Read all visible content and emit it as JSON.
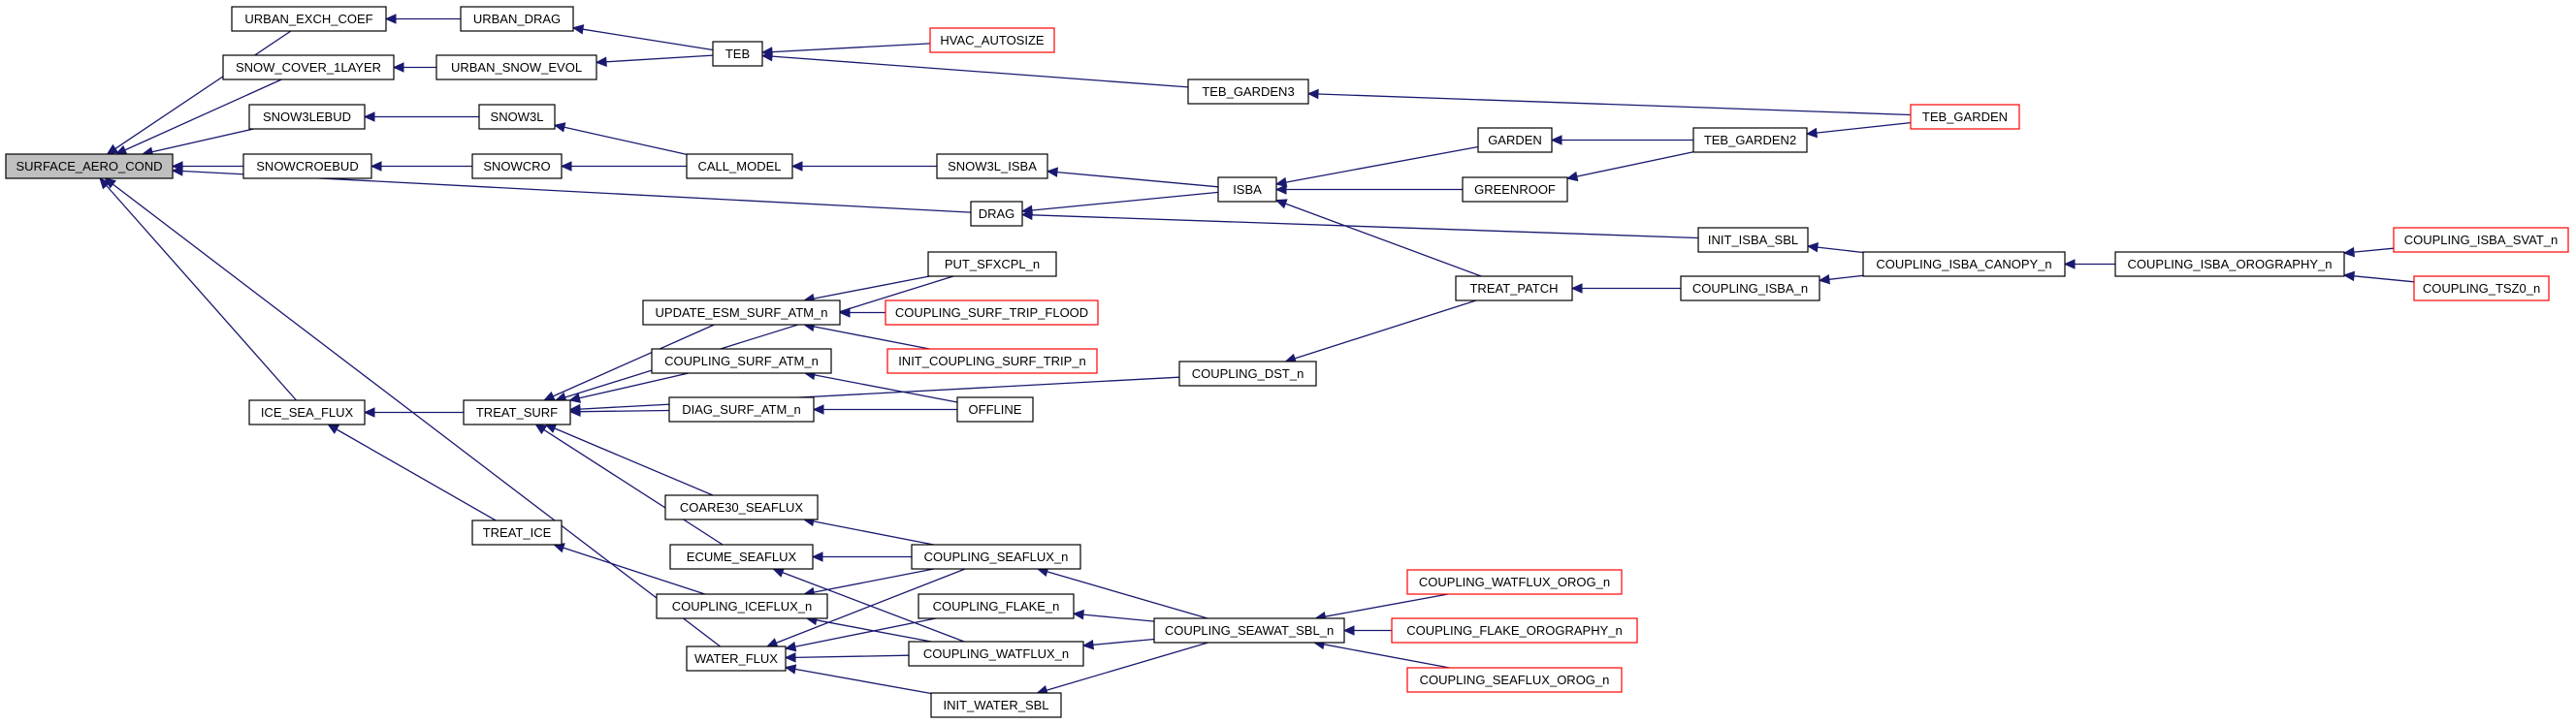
{
  "diagram": {
    "type": "caller-graph",
    "root": "SURFACE_AERO_COND",
    "colors": {
      "edge": "#191970",
      "root_fill": "#bfbfbf",
      "node_border": "#000000",
      "truncated_border": "#ff0000"
    },
    "nodes": [
      {
        "id": "SURFACE_AERO_COND",
        "label": "SURFACE_AERO_COND",
        "root": true
      },
      {
        "id": "URBAN_EXCH_COEF",
        "label": "URBAN_EXCH_COEF"
      },
      {
        "id": "SNOW_COVER_1LAYER",
        "label": "SNOW_COVER_1LAYER"
      },
      {
        "id": "SNOW3LEBUD",
        "label": "SNOW3LEBUD"
      },
      {
        "id": "SNOWCROEBUD",
        "label": "SNOWCROEBUD"
      },
      {
        "id": "ICE_SEA_FLUX",
        "label": "ICE_SEA_FLUX"
      },
      {
        "id": "WATER_FLUX",
        "label": "WATER_FLUX"
      },
      {
        "id": "URBAN_DRAG",
        "label": "URBAN_DRAG"
      },
      {
        "id": "URBAN_SNOW_EVOL",
        "label": "URBAN_SNOW_EVOL"
      },
      {
        "id": "SNOW3L",
        "label": "SNOW3L"
      },
      {
        "id": "SNOWCRO",
        "label": "SNOWCRO"
      },
      {
        "id": "TEB",
        "label": "TEB"
      },
      {
        "id": "HVAC_AUTOSIZE",
        "label": "HVAC_AUTOSIZE",
        "truncated": true
      },
      {
        "id": "TEB_GARDEN3",
        "label": "TEB_GARDEN3"
      },
      {
        "id": "TEB_GARDEN",
        "label": "TEB_GARDEN",
        "truncated": true
      },
      {
        "id": "CALL_MODEL",
        "label": "CALL_MODEL"
      },
      {
        "id": "SNOW3L_ISBA",
        "label": "SNOW3L_ISBA"
      },
      {
        "id": "ISBA",
        "label": "ISBA"
      },
      {
        "id": "GARDEN",
        "label": "GARDEN"
      },
      {
        "id": "GREENROOF",
        "label": "GREENROOF"
      },
      {
        "id": "TEB_GARDEN2",
        "label": "TEB_GARDEN2"
      },
      {
        "id": "DRAG",
        "label": "DRAG"
      },
      {
        "id": "INIT_ISBA_SBL",
        "label": "INIT_ISBA_SBL"
      },
      {
        "id": "COUPLING_ISBA_CANOPY_n",
        "label": "COUPLING_ISBA_CANOPY_n"
      },
      {
        "id": "COUPLING_ISBA_OROGRAPHY_n",
        "label": "COUPLING_ISBA_OROGRAPHY_n"
      },
      {
        "id": "COUPLING_ISBA_SVAT_n",
        "label": "COUPLING_ISBA_SVAT_n",
        "truncated": true
      },
      {
        "id": "COUPLING_TSZ0_n",
        "label": "COUPLING_TSZ0_n",
        "truncated": true
      },
      {
        "id": "TREAT_PATCH",
        "label": "TREAT_PATCH"
      },
      {
        "id": "COUPLING_ISBA_n",
        "label": "COUPLING_ISBA_n"
      },
      {
        "id": "COUPLING_DST_n",
        "label": "COUPLING_DST_n"
      },
      {
        "id": "TREAT_SURF",
        "label": "TREAT_SURF"
      },
      {
        "id": "PUT_SFXCPL_n",
        "label": "PUT_SFXCPL_n"
      },
      {
        "id": "UPDATE_ESM_SURF_ATM_n",
        "label": "UPDATE_ESM_SURF_ATM_n"
      },
      {
        "id": "COUPLING_SURF_TRIP_FLOOD",
        "label": "COUPLING_SURF_TRIP_FLOOD",
        "truncated": true
      },
      {
        "id": "INIT_COUPLING_SURF_TRIP_n",
        "label": "INIT_COUPLING_SURF_TRIP_n",
        "truncated": true
      },
      {
        "id": "COUPLING_SURF_ATM_n",
        "label": "COUPLING_SURF_ATM_n"
      },
      {
        "id": "DIAG_SURF_ATM_n",
        "label": "DIAG_SURF_ATM_n"
      },
      {
        "id": "OFFLINE",
        "label": "OFFLINE"
      },
      {
        "id": "TREAT_ICE",
        "label": "TREAT_ICE"
      },
      {
        "id": "COARE30_SEAFLUX",
        "label": "COARE30_SEAFLUX"
      },
      {
        "id": "ECUME_SEAFLUX",
        "label": "ECUME_SEAFLUX"
      },
      {
        "id": "COUPLING_ICEFLUX_n",
        "label": "COUPLING_ICEFLUX_n"
      },
      {
        "id": "COUPLING_SEAFLUX_n",
        "label": "COUPLING_SEAFLUX_n"
      },
      {
        "id": "COUPLING_FLAKE_n",
        "label": "COUPLING_FLAKE_n"
      },
      {
        "id": "COUPLING_WATFLUX_n",
        "label": "COUPLING_WATFLUX_n"
      },
      {
        "id": "INIT_WATER_SBL",
        "label": "INIT_WATER_SBL"
      },
      {
        "id": "COUPLING_SEAWAT_SBL_n",
        "label": "COUPLING_SEAWAT_SBL_n"
      },
      {
        "id": "COUPLING_WATFLUX_OROG_n",
        "label": "COUPLING_WATFLUX_OROG_n",
        "truncated": true
      },
      {
        "id": "COUPLING_FLAKE_OROGRAPHY_n",
        "label": "COUPLING_FLAKE_OROGRAPHY_n",
        "truncated": true
      },
      {
        "id": "COUPLING_SEAFLUX_OROG_n",
        "label": "COUPLING_SEAFLUX_OROG_n",
        "truncated": true
      }
    ],
    "edges": [
      {
        "from": "URBAN_EXCH_COEF",
        "to": "SURFACE_AERO_COND"
      },
      {
        "from": "SNOW_COVER_1LAYER",
        "to": "SURFACE_AERO_COND"
      },
      {
        "from": "SNOW3LEBUD",
        "to": "SURFACE_AERO_COND"
      },
      {
        "from": "SNOWCROEBUD",
        "to": "SURFACE_AERO_COND"
      },
      {
        "from": "DRAG",
        "to": "SURFACE_AERO_COND"
      },
      {
        "from": "ICE_SEA_FLUX",
        "to": "SURFACE_AERO_COND"
      },
      {
        "from": "WATER_FLUX",
        "to": "SURFACE_AERO_COND"
      },
      {
        "from": "URBAN_DRAG",
        "to": "URBAN_EXCH_COEF"
      },
      {
        "from": "URBAN_SNOW_EVOL",
        "to": "SNOW_COVER_1LAYER"
      },
      {
        "from": "SNOW3L",
        "to": "SNOW3LEBUD"
      },
      {
        "from": "SNOWCRO",
        "to": "SNOWCROEBUD"
      },
      {
        "from": "TREAT_SURF",
        "to": "ICE_SEA_FLUX"
      },
      {
        "from": "TREAT_ICE",
        "to": "ICE_SEA_FLUX"
      },
      {
        "from": "TEB",
        "to": "URBAN_DRAG"
      },
      {
        "from": "TEB",
        "to": "URBAN_SNOW_EVOL"
      },
      {
        "from": "HVAC_AUTOSIZE",
        "to": "TEB"
      },
      {
        "from": "TEB_GARDEN3",
        "to": "TEB"
      },
      {
        "from": "TEB_GARDEN",
        "to": "TEB_GARDEN3"
      },
      {
        "from": "CALL_MODEL",
        "to": "SNOW3L"
      },
      {
        "from": "CALL_MODEL",
        "to": "SNOWCRO"
      },
      {
        "from": "SNOW3L_ISBA",
        "to": "CALL_MODEL"
      },
      {
        "from": "ISBA",
        "to": "SNOW3L_ISBA"
      },
      {
        "from": "GARDEN",
        "to": "ISBA"
      },
      {
        "from": "GREENROOF",
        "to": "ISBA"
      },
      {
        "from": "TREAT_PATCH",
        "to": "ISBA"
      },
      {
        "from": "TEB_GARDEN2",
        "to": "GARDEN"
      },
      {
        "from": "TEB_GARDEN2",
        "to": "GREENROOF"
      },
      {
        "from": "TEB_GARDEN",
        "to": "TEB_GARDEN2"
      },
      {
        "from": "ISBA",
        "to": "DRAG"
      },
      {
        "from": "INIT_ISBA_SBL",
        "to": "DRAG"
      },
      {
        "from": "COUPLING_ISBA_CANOPY_n",
        "to": "INIT_ISBA_SBL"
      },
      {
        "from": "COUPLING_ISBA_CANOPY_n",
        "to": "COUPLING_ISBA_n"
      },
      {
        "from": "COUPLING_ISBA_OROGRAPHY_n",
        "to": "COUPLING_ISBA_CANOPY_n"
      },
      {
        "from": "COUPLING_ISBA_SVAT_n",
        "to": "COUPLING_ISBA_OROGRAPHY_n"
      },
      {
        "from": "COUPLING_TSZ0_n",
        "to": "COUPLING_ISBA_OROGRAPHY_n"
      },
      {
        "from": "COUPLING_ISBA_n",
        "to": "TREAT_PATCH"
      },
      {
        "from": "TREAT_PATCH",
        "to": "COUPLING_DST_n"
      },
      {
        "from": "PUT_SFXCPL_n",
        "to": "TREAT_SURF"
      },
      {
        "from": "UPDATE_ESM_SURF_ATM_n",
        "to": "TREAT_SURF"
      },
      {
        "from": "COUPLING_SURF_ATM_n",
        "to": "TREAT_SURF"
      },
      {
        "from": "DIAG_SURF_ATM_n",
        "to": "TREAT_SURF"
      },
      {
        "from": "COUPLING_DST_n",
        "to": "TREAT_SURF"
      },
      {
        "from": "COARE30_SEAFLUX",
        "to": "TREAT_SURF"
      },
      {
        "from": "ECUME_SEAFLUX",
        "to": "TREAT_SURF"
      },
      {
        "from": "COUPLING_SURF_TRIP_FLOOD",
        "to": "UPDATE_ESM_SURF_ATM_n"
      },
      {
        "from": "INIT_COUPLING_SURF_TRIP_n",
        "to": "UPDATE_ESM_SURF_ATM_n"
      },
      {
        "from": "PUT_SFXCPL_n",
        "to": "UPDATE_ESM_SURF_ATM_n"
      },
      {
        "from": "OFFLINE",
        "to": "COUPLING_SURF_ATM_n"
      },
      {
        "from": "OFFLINE",
        "to": "DIAG_SURF_ATM_n"
      },
      {
        "from": "COUPLING_ICEFLUX_n",
        "to": "TREAT_ICE"
      },
      {
        "from": "COUPLING_SEAFLUX_n",
        "to": "COARE30_SEAFLUX"
      },
      {
        "from": "COUPLING_SEAFLUX_n",
        "to": "ECUME_SEAFLUX"
      },
      {
        "from": "COUPLING_WATFLUX_n",
        "to": "ECUME_SEAFLUX"
      },
      {
        "from": "COUPLING_SEAFLUX_n",
        "to": "COUPLING_ICEFLUX_n"
      },
      {
        "from": "COUPLING_WATFLUX_n",
        "to": "COUPLING_ICEFLUX_n"
      },
      {
        "from": "COUPLING_SEAFLUX_n",
        "to": "WATER_FLUX"
      },
      {
        "from": "COUPLING_FLAKE_n",
        "to": "WATER_FLUX"
      },
      {
        "from": "COUPLING_WATFLUX_n",
        "to": "WATER_FLUX"
      },
      {
        "from": "INIT_WATER_SBL",
        "to": "WATER_FLUX"
      },
      {
        "from": "COUPLING_SEAWAT_SBL_n",
        "to": "COUPLING_SEAFLUX_n"
      },
      {
        "from": "COUPLING_SEAWAT_SBL_n",
        "to": "COUPLING_FLAKE_n"
      },
      {
        "from": "COUPLING_SEAWAT_SBL_n",
        "to": "COUPLING_WATFLUX_n"
      },
      {
        "from": "COUPLING_SEAWAT_SBL_n",
        "to": "INIT_WATER_SBL"
      },
      {
        "from": "COUPLING_WATFLUX_OROG_n",
        "to": "COUPLING_SEAWAT_SBL_n"
      },
      {
        "from": "COUPLING_FLAKE_OROGRAPHY_n",
        "to": "COUPLING_SEAWAT_SBL_n"
      },
      {
        "from": "COUPLING_SEAFLUX_OROG_n",
        "to": "COUPLING_SEAWAT_SBL_n"
      }
    ]
  }
}
